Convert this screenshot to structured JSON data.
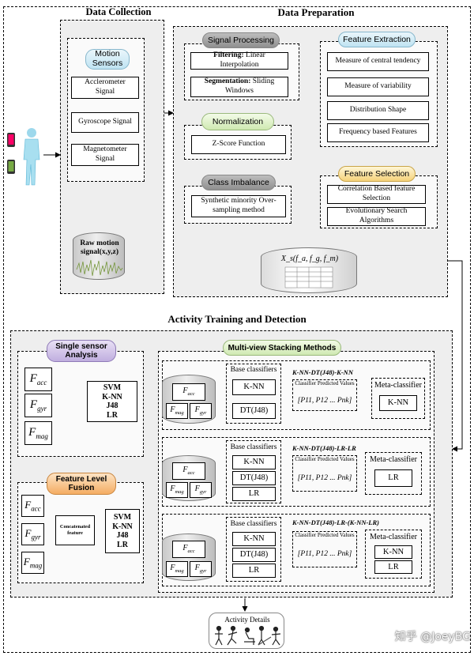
{
  "sections": {
    "data_collection": "Data Collection",
    "data_preparation": "Data Preparation",
    "activity_training": "Activity Training and Detection"
  },
  "collection": {
    "motion_sensors": "Motion Sensors",
    "accelerometer": "Acclerometer Signal",
    "gyroscope": "Gyroscope Signal",
    "magnetometer": "Magnetometer Signal",
    "raw_signal": "Raw motion signal(x,y,z)"
  },
  "preparation": {
    "signal_processing": "Signal Processing",
    "filtering_label": "Filtering:",
    "filtering_value": "Linear Interpolation",
    "segmentation_label": "Segmentation:",
    "segmentation_value": "Sliding Windows",
    "normalization": "Normalization",
    "zscore": "Z-Score Function",
    "class_imbalance": "Class Imbalance",
    "smote": "Synthetic minority Over-sampling method",
    "feature_extraction": "Feature Extraction",
    "fe_items": [
      "Measure of central tendency",
      "Measure of variability",
      "Distribution Shape",
      "Frequency based Features"
    ],
    "feature_selection": "Feature Selection",
    "fs_items": [
      "Correlation Based feature Selection",
      "Evolutionary Search Algorithms"
    ],
    "db_formula": "X_s(f_a, f_g, f_m)"
  },
  "training": {
    "single_sensor": "Single sensor Analysis",
    "feature_level": "Feature Level Fusion",
    "multi_view": "Multi-view Stacking Methods",
    "f_acc": "F",
    "sub_acc": "acc",
    "f_gyr": "F",
    "sub_gyr": "gyr",
    "f_mag": "F",
    "sub_mag": "mag",
    "classifiers": [
      "SVM",
      "K-NN",
      "J48",
      "LR"
    ],
    "concatenated": "Concatenated feature",
    "base_classifiers": "Base classifiers",
    "meta_classifier": "Meta-classifier",
    "predicted_values": "Classifier Predicted Values",
    "stack1": {
      "title": "K-NN-DT(J48)-K-NN",
      "base": [
        "K-NN",
        "DT(J48)"
      ],
      "meta": [
        "K-NN"
      ]
    },
    "stack2": {
      "title": "K-NN-DT(J48)-LR-LR",
      "base": [
        "K-NN",
        "DT(J48)",
        "LR"
      ],
      "meta": [
        "LR"
      ]
    },
    "stack3": {
      "title": "K-NN-DT(J48)-LR-(K-NN-LR)",
      "base": [
        "K-NN",
        "DT(J48)",
        "LR"
      ],
      "meta": [
        "K-NN",
        "LR"
      ]
    },
    "p_formula": "[P11, P12 ... Pnk]"
  },
  "output": {
    "activity_details": "Activity Details",
    "watermark": "知乎 @JoeyBG"
  }
}
